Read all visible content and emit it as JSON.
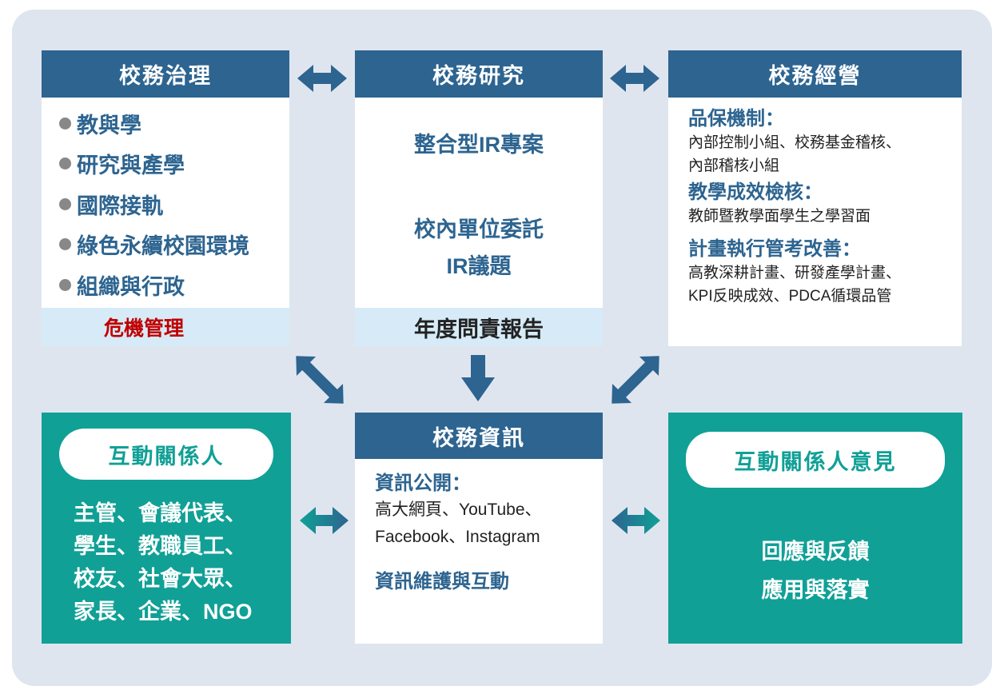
{
  "governance": {
    "title": "校務治理",
    "items": [
      "教與學",
      "研究與產學",
      "國際接軌",
      "綠色永續校園環境",
      "組織與行政"
    ],
    "band": "危機管理"
  },
  "research": {
    "title": "校務研究",
    "item1": "整合型IR專案",
    "item2a": "校內單位委託",
    "item2b": "IR議題",
    "band": "年度問責報告"
  },
  "operation": {
    "title": "校務經營",
    "s1_title": "品保機制：",
    "s1_l1": "內部控制小組、校務基金稽核、",
    "s1_l2": "內部稽核小組",
    "s2_title": "教學成效檢核：",
    "s2_l1": "教師暨教學面學生之學習面",
    "s3_title": "計畫執行管考改善：",
    "s3_l1": "高教深耕計畫、研發產學計畫、",
    "s3_l2": "KPI反映成效、PDCA循環品管"
  },
  "info": {
    "title": "校務資訊",
    "s1_title": "資訊公開：",
    "s1_l1": "高大網頁、YouTube、",
    "s1_l2": "Facebook、Instagram",
    "s2_title": "資訊維護與互動"
  },
  "stakeholders": {
    "pill": "互動關係人",
    "lines": [
      "主管、會議代表、",
      "學生、教職員工、",
      "校友、社會大眾、",
      "家長、企業、NGO"
    ]
  },
  "feedback": {
    "pill": "互動關係人意見",
    "l1": "回應與反饋",
    "l2": "應用與落實"
  },
  "colors": {
    "header": "#2d6490",
    "teal": "#10a096",
    "panel": "#dfe5ef",
    "band": "#d6ebf7",
    "alert": "#c00000"
  }
}
